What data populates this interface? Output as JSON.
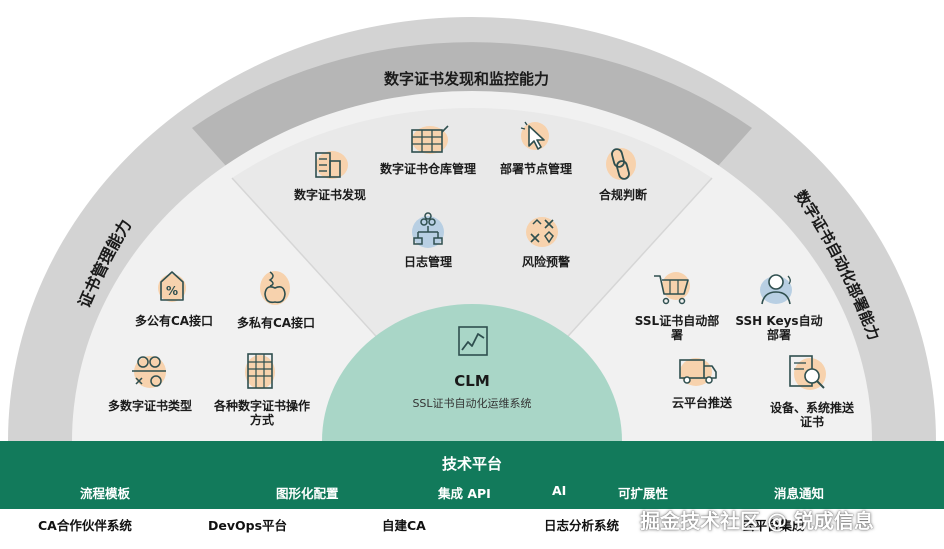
{
  "colors": {
    "outer_band": "#d3d3d3",
    "top_band": "#b6b6b6",
    "panel": "#f1f1f1",
    "wedge": "#e9e9e9",
    "clm_circle": "#a9d6c7",
    "platform": "#127a5b",
    "icon_stroke": "#2f4f4f",
    "blob_peach": "#f7d2ad",
    "blob_blue": "#b8cfe3"
  },
  "top_band": {
    "title": "数字证书发现和监控能力"
  },
  "left_band": {
    "title": "证书管理能力"
  },
  "right_band": {
    "title": "数字证书自动化部署能力"
  },
  "discovery": {
    "items": [
      {
        "label": "数字证书发现",
        "icon": "building-icon"
      },
      {
        "label": "数字证书仓库管理",
        "icon": "warehouse-icon"
      },
      {
        "label": "部署节点管理",
        "icon": "cursor-icon"
      },
      {
        "label": "合规判断",
        "icon": "chain-link-icon"
      },
      {
        "label": "日志管理",
        "icon": "hierarchy-icon"
      },
      {
        "label": "风险预警",
        "icon": "risk-icon"
      }
    ]
  },
  "management": {
    "items": [
      {
        "label": "多公有CA接口",
        "icon": "percent-tag-icon"
      },
      {
        "label": "多私有CA接口",
        "icon": "apple-icon"
      },
      {
        "label": "多数字证书类型",
        "icon": "fruit-scale-icon"
      },
      {
        "label": "各种数字证书操作方式",
        "icon": "document-grid-icon"
      }
    ]
  },
  "deployment": {
    "items": [
      {
        "label": "SSL证书自动部署",
        "icon": "cart-icon"
      },
      {
        "label": "SSH Keys自动部署",
        "icon": "person-icon"
      },
      {
        "label": "云平台推送",
        "icon": "truck-icon"
      },
      {
        "label": "设备、系统推送证书",
        "icon": "search-document-icon"
      }
    ]
  },
  "clm": {
    "title": "CLM",
    "subtitle": "SSL证书自动化运维系统",
    "icon": "line-chart-icon"
  },
  "platform": {
    "title": "技术平台",
    "items": [
      "流程模板",
      "图形化配置",
      "集成 API",
      "AI",
      "可扩展性",
      "消息通知"
    ]
  },
  "integrations": [
    "CA合作伙伴系统",
    "DevOps平台",
    "自建CA",
    "日志分析系统",
    "云平台集成"
  ],
  "watermark": "掘金技术社区 @ 锐成信息"
}
